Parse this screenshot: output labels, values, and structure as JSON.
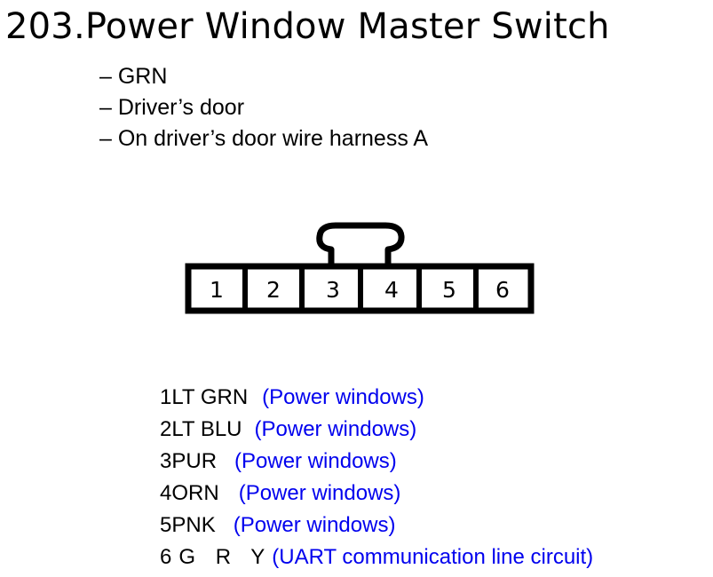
{
  "title": "203.Power Window Master Switch",
  "details": [
    "– GRN",
    "– Driver’s door",
    "– On driver’s door wire harness A"
  ],
  "connector": {
    "pins": [
      "1",
      "2",
      "3",
      "4",
      "5",
      "6"
    ],
    "line_color": "#000000"
  },
  "wires": [
    {
      "pin": "1",
      "color": "LT GRN",
      "description": "(Power windows)"
    },
    {
      "pin": "2",
      "color": "LT BLU",
      "description": "(Power windows)"
    },
    {
      "pin": "3",
      "color": "PUR",
      "description": "(Power windows)"
    },
    {
      "pin": "4",
      "color": "ORN",
      "description": "(Power windows)"
    },
    {
      "pin": "5",
      "color": "PNK",
      "description": "(Power windows)"
    },
    {
      "pin": "6",
      "color": "G R Y",
      "description": "(UART communication line circuit)"
    }
  ],
  "colors": {
    "description_text": "#0000ee"
  }
}
